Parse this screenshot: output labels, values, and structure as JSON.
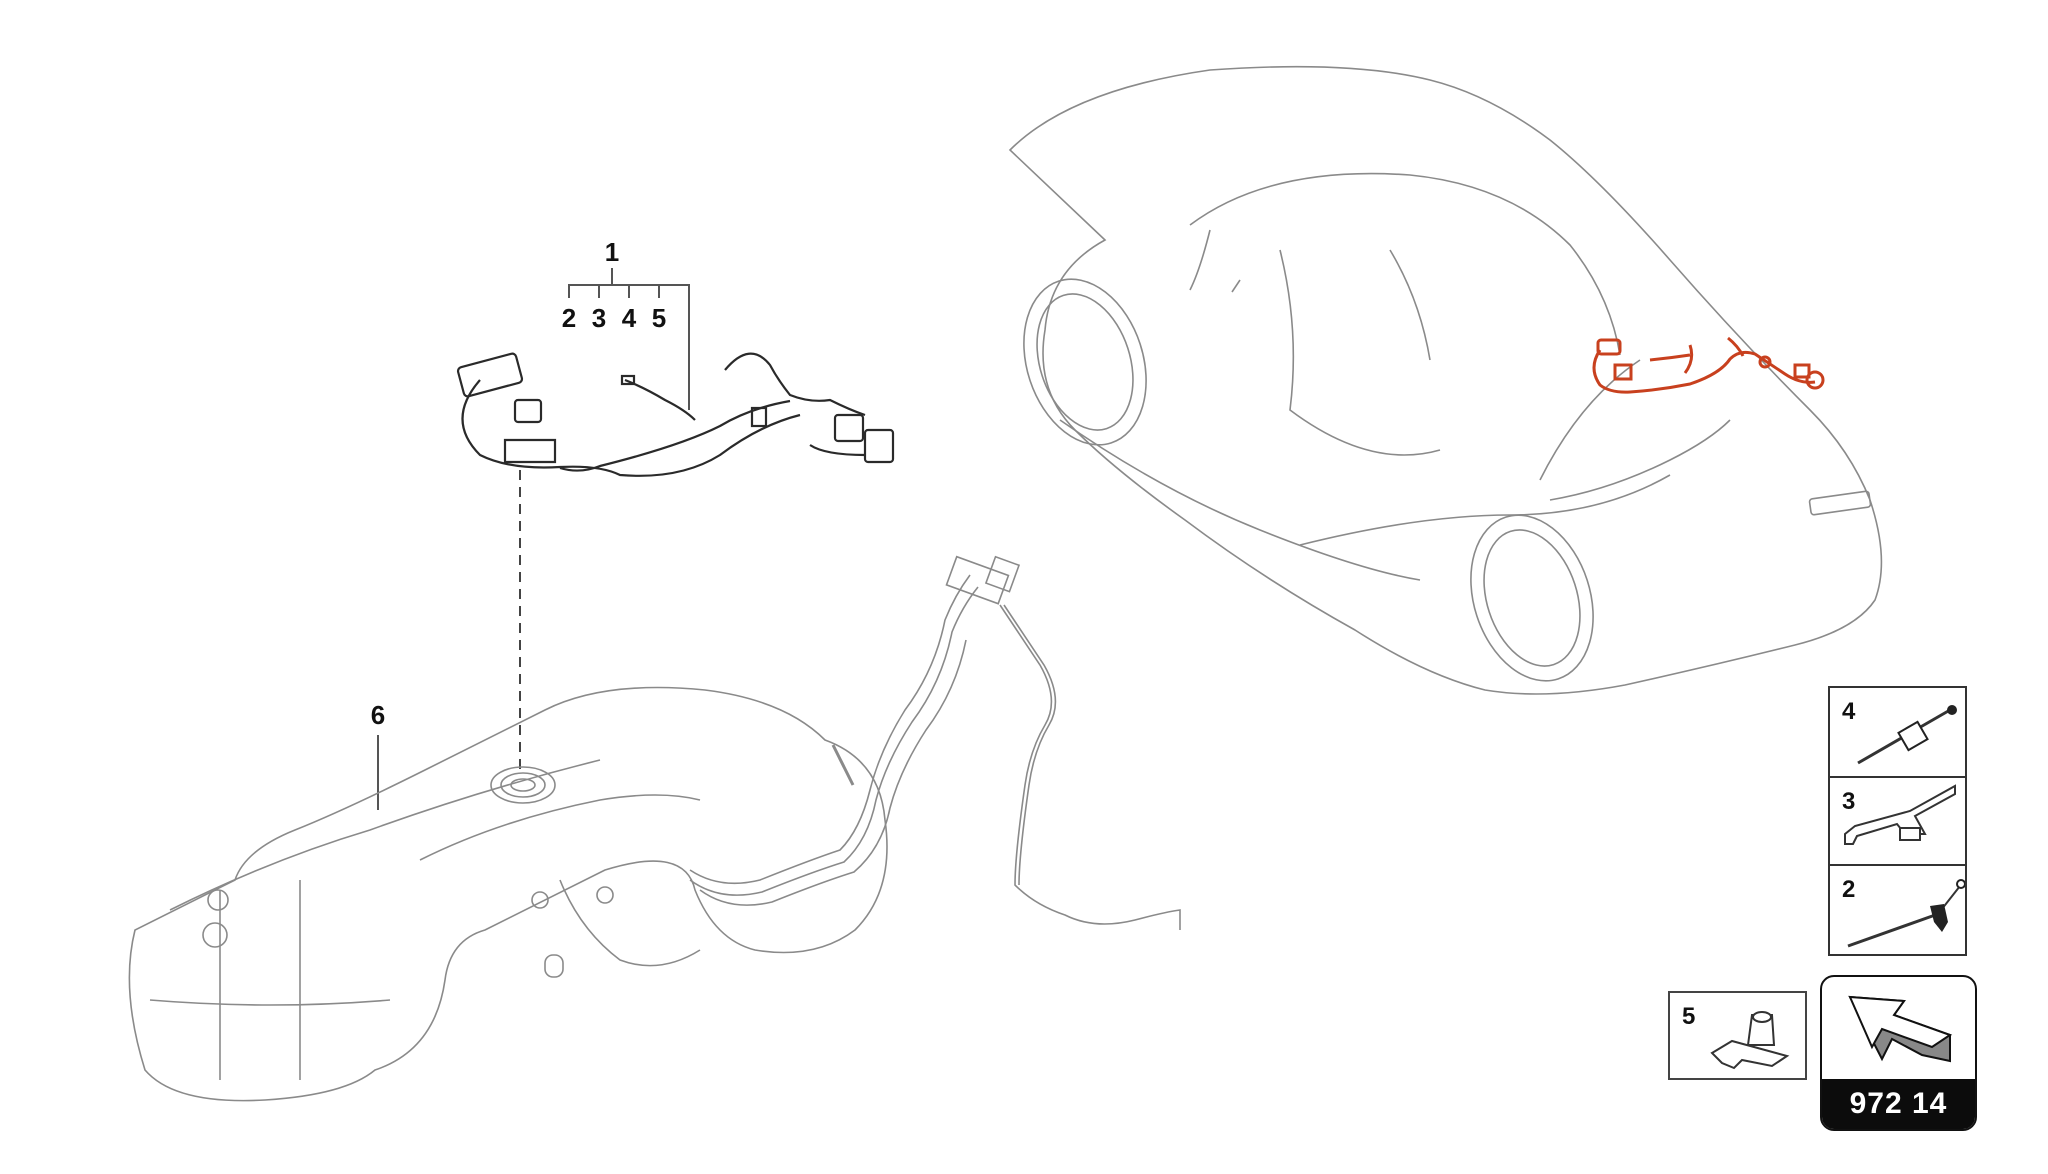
{
  "diagram": {
    "type": "exploded-parts-diagram",
    "subject": "Rear wiring harness with fuel tank and vehicle location view",
    "callouts": [
      {
        "id": "1",
        "label": "1"
      },
      {
        "id": "2",
        "label": "2"
      },
      {
        "id": "3",
        "label": "3"
      },
      {
        "id": "4",
        "label": "4"
      },
      {
        "id": "5",
        "label": "5"
      },
      {
        "id": "6",
        "label": "6"
      }
    ],
    "group_bracket": {
      "parent": "1",
      "children": [
        "2",
        "3",
        "4",
        "5"
      ]
    },
    "parts": [
      {
        "callout": "1",
        "name": "wiring harness"
      },
      {
        "callout": "6",
        "name": "fuel tank with filler neck"
      }
    ],
    "location_view": {
      "name": "vehicle",
      "highlight_color": "#c8401e"
    },
    "legend": {
      "items": [
        {
          "label": "4",
          "icon": "cable-tie-with-clip"
        },
        {
          "label": "3",
          "icon": "cable-holder-clip"
        },
        {
          "label": "2",
          "icon": "cable-tie-with-anchor"
        },
        {
          "label": "5",
          "icon": "fastener-clip"
        }
      ]
    },
    "badge": {
      "code": "972 14",
      "icon": "direction-arrow"
    }
  },
  "colors": {
    "line": "#8a8a8a",
    "line_dark": "#333333",
    "highlight": "#c8401e",
    "badge_bg": "#0c0c0c",
    "badge_text": "#ffffff"
  }
}
